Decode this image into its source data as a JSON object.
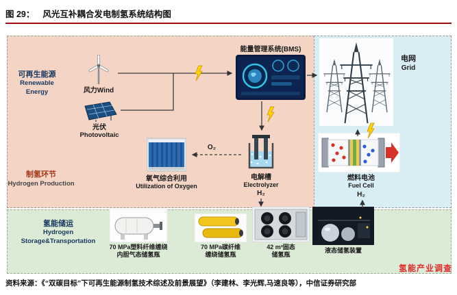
{
  "header": {
    "figure_label": "图 29：",
    "title": "风光互补耦合发电制氢系统结构图"
  },
  "diagram": {
    "renewable": {
      "name_cn": "可再生能源",
      "name_en_line1": "Renewable",
      "name_en_line2": "Energy",
      "wind_label": "风力Wind",
      "pv_label_cn": "光伏",
      "pv_label_en": "Photovoltaic"
    },
    "production": {
      "label_cn": "制氢环节",
      "label_en": "Hydrogen Production"
    },
    "bms": {
      "label": "能量管理系统(BMS)"
    },
    "oxygen_use": {
      "label_cn": "氧气综合利用",
      "label_en": "Utilization of Oxygen",
      "gas": "O₂"
    },
    "electrolyzer": {
      "label_cn": "电解槽",
      "label_en": "Electrolyzer",
      "gas": "H₂"
    },
    "grid": {
      "label_cn": "电网",
      "label_en": "Grid"
    },
    "fuel_cell": {
      "label_cn": "燃料电池",
      "label_en": "Fuel Cell",
      "gas": "H₂"
    },
    "storage": {
      "name_cn": "氢能储运",
      "name_en_line1": "Hydrogen",
      "name_en_line2": "Storage&Transportation",
      "items": [
        {
          "label_line1": "70 MPa塑料纤维缠绕",
          "label_line2": "内胆气态储氢瓶"
        },
        {
          "label_line1": "70 MPa碳纤维",
          "label_line2": "缠绕储氢瓶"
        },
        {
          "label_line1": "42 m³固态",
          "label_line2": "储氢瓶"
        },
        {
          "label_line1": "液态储氢装置",
          "label_line2": ""
        }
      ]
    }
  },
  "footer": {
    "source": "资料来源：《“双碳目标”下可再生能源制氢技术综述及前景展望》（李建林、李光辉,马速良等），中信证券研究部",
    "watermark": "氢能产业调查"
  },
  "colors": {
    "accent_red": "#9e0b0f",
    "renewable_bg": "#f4d4c5",
    "grid_bg": "#d8edf4",
    "storage_bg": "#dcebd5",
    "lightning_yellow": "#ffd500",
    "watermark_red": "#e02b2b",
    "navy_label": "#17375e",
    "production_red": "#a33a1e"
  }
}
